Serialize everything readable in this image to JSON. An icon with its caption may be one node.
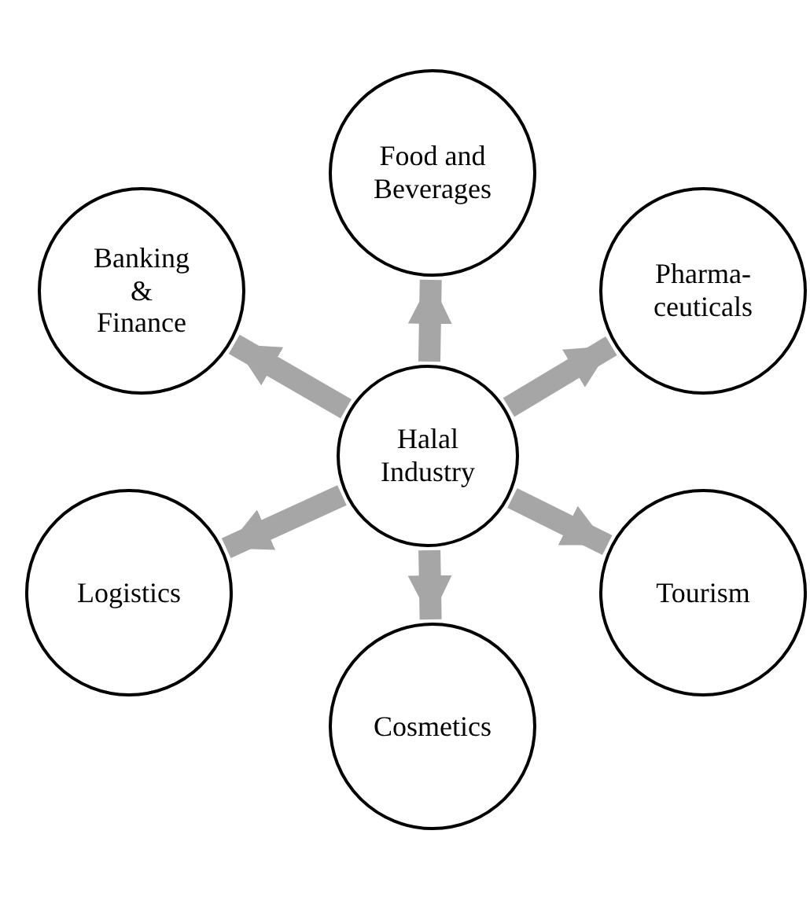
{
  "diagram": {
    "nodes": [
      {
        "text": [
          "Food and Beverages"
        ]
      },
      {
        "text": [
          "Banking & Finance"
        ]
      },
      {
        "text": [
          "Pharma-ceuticals"
        ]
      },
      {
        "text": [
          "Halal Industry"
        ]
      },
      {
        "text": [
          "Logistics"
        ]
      },
      {
        "text": [
          "Tourism"
        ]
      },
      {
        "text": [
          "Cosmetics"
        ]
      }
    ],
    "edges": [
      {
        "from": 3,
        "to": 0,
        "arrow": "to"
      },
      {
        "from": 3,
        "to": 1,
        "arrow": "to"
      },
      {
        "from": 3,
        "to": 2,
        "arrow": "to"
      },
      {
        "from": 3,
        "to": 4,
        "arrow": "to"
      },
      {
        "from": 3,
        "to": 5,
        "arrow": "to"
      },
      {
        "from": 3,
        "to": 6,
        "arrow": "to"
      }
    ]
  }
}
